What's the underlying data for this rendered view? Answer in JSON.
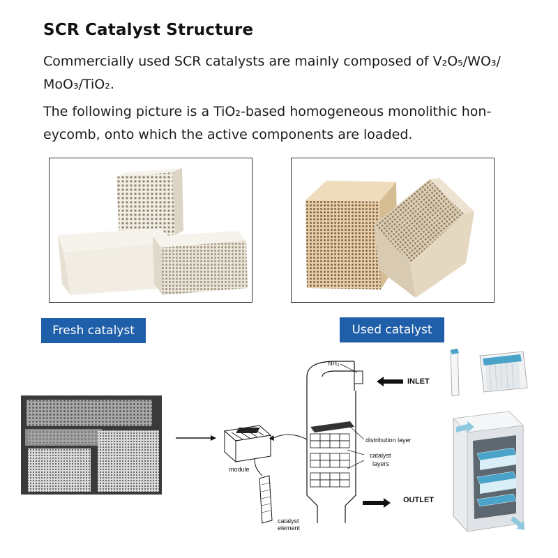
{
  "page": {
    "title": "SCR Catalyst Structure",
    "para1_line1": "Commercially used SCR catalysts are mainly composed of V₂O₅/WO₃/",
    "para1_line2": "MoO₃/TiO₂.",
    "para2_line1": "The following picture is a TiO₂-based homogeneous monolithic hon-",
    "para2_line2": "eycomb, onto which the active components are loaded."
  },
  "labels": {
    "fresh": "Fresh catalyst",
    "used": "Used catalyst"
  },
  "diagram": {
    "nh3": "NH₃",
    "inlet": "INLET",
    "outlet": "OUTLET",
    "distribution": "distribution layer",
    "catalyst_layers_1": "catalyst",
    "catalyst_layers_2": "layers",
    "module": "module",
    "element_1": "catalyst",
    "element_2": "element"
  },
  "colors": {
    "tag_bg": "#1f5ea8",
    "fresh_ceramic": "#f0ece2",
    "used_ceramic": "#e3c9a3",
    "reactor_blue": "#4aa3c8"
  }
}
